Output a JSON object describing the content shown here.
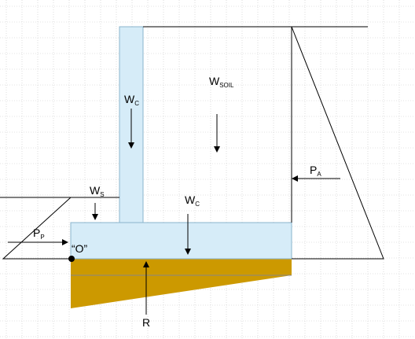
{
  "colors": {
    "concrete": "#d6ecf8",
    "concrete_stroke": "#8ab4cc",
    "base_soil": "#cc9900",
    "grid": "#c8c8c8",
    "line": "#000000"
  },
  "labels": {
    "wc_stem": {
      "main": "W",
      "sub": "C"
    },
    "wsoil": {
      "main": "W",
      "sub": "SOIL"
    },
    "pa": {
      "main": "P",
      "sub": "A"
    },
    "ws": {
      "main": "W",
      "sub": "S"
    },
    "wc_footing": {
      "main": "W",
      "sub": "C"
    },
    "pp": {
      "main": "P",
      "sub": "P"
    },
    "origin": "“O”",
    "reaction": "R"
  }
}
